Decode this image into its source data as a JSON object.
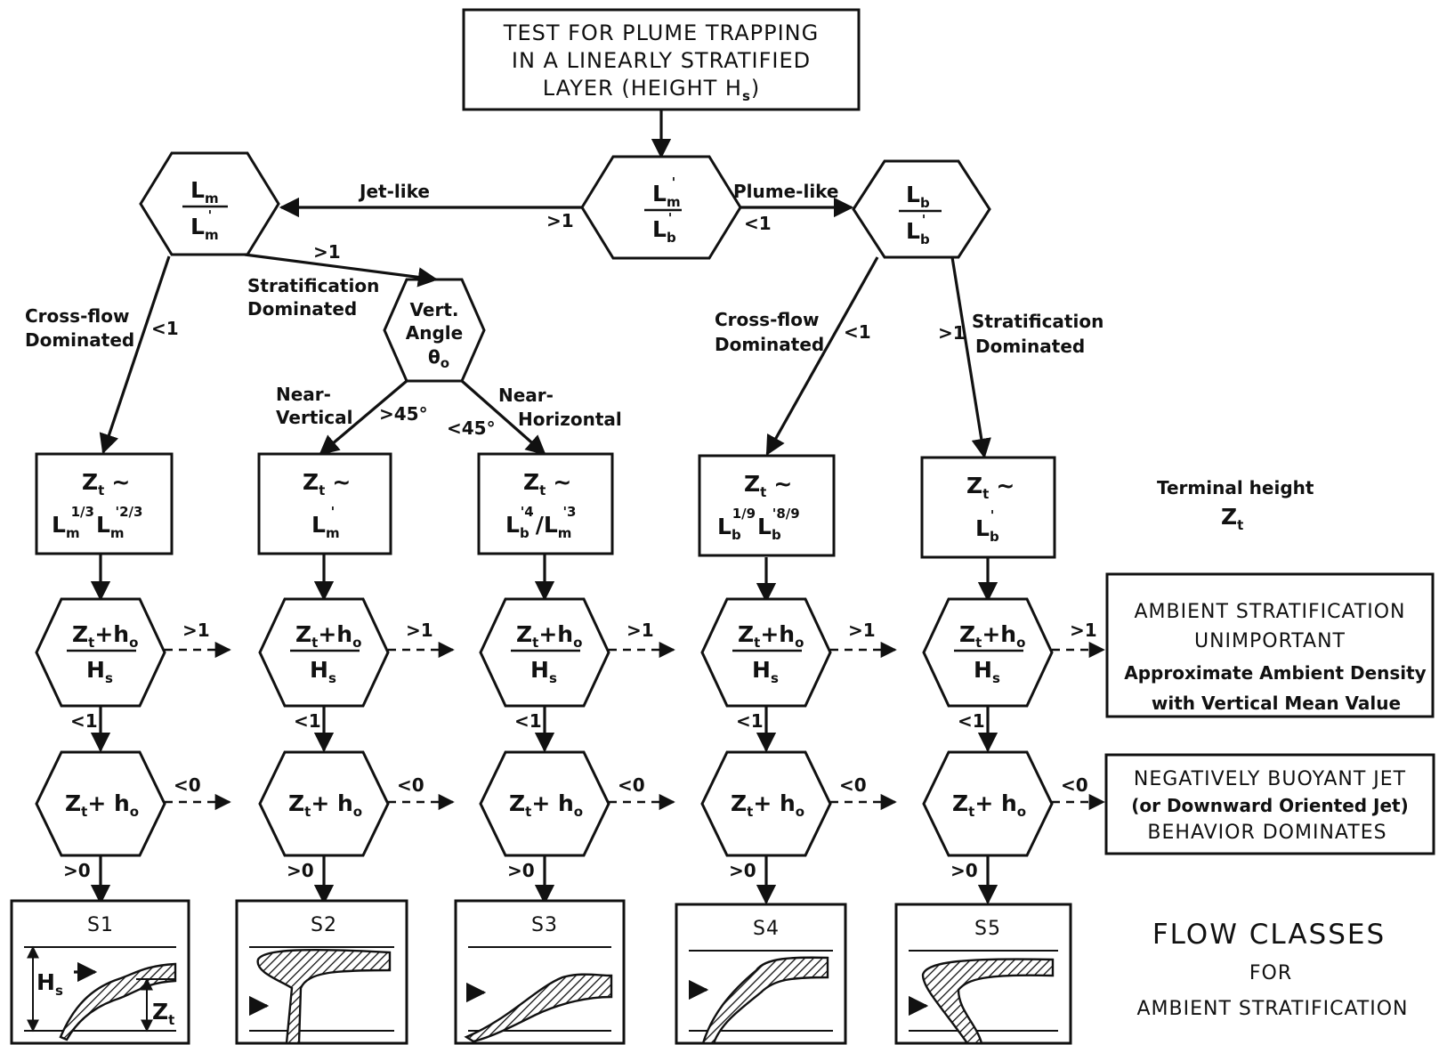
{
  "title_box": [
    "TEST FOR PLUME TRAPPING",
    "IN A LINEARLY STRATIFIED",
    "LAYER (HEIGHT H",
    "s",
    ")"
  ],
  "ratio_main": {
    "num": "L",
    "num_sub": "m",
    "num_prime": "'",
    "den": "L",
    "den_sub": "b",
    "den_prime": "'"
  },
  "ratio_left": {
    "num": "L",
    "num_sub": "m",
    "den": "L",
    "den_sub": "m",
    "den_prime": "'"
  },
  "ratio_right": {
    "num": "L",
    "num_sub": "b",
    "den": "L",
    "den_sub": "b",
    "den_prime": "'"
  },
  "vert_angle": [
    "Vert.",
    "Angle",
    "θ",
    "o"
  ],
  "edge_labels": {
    "jet_like": "Jet-like",
    "plume_like": "Plume-like",
    "gt1": ">1",
    "lt1": "<1",
    "gt45": ">45°",
    "lt45": "<45°",
    "gt0": ">0",
    "lt0": "<0",
    "crossflow_dom": [
      "Cross-flow",
      "Dominated"
    ],
    "strat_dom": [
      "Stratification",
      "Dominated"
    ],
    "near_vertical": [
      "Near-",
      "Vertical"
    ],
    "near_horizontal": [
      "Near-",
      "Horizontal"
    ]
  },
  "scaling_boxes": [
    {
      "top": "Z",
      "top_sub": "t",
      "tilde": "~",
      "f1": "L",
      "f1_sub": "m",
      "f1_sup": "1/3",
      "f2": "L",
      "f2_sub": "m",
      "f2_sup": "'2/3"
    },
    {
      "top": "Z",
      "top_sub": "t",
      "tilde": "~",
      "f1": "L",
      "f1_sub": "m",
      "f1_sup": "'"
    },
    {
      "top": "Z",
      "top_sub": "t",
      "tilde": "~",
      "f1": "L",
      "f1_sub": "b",
      "f1_sup": "'4",
      "slash": "/",
      "f2": "L",
      "f2_sub": "m",
      "f2_sup": "'3"
    },
    {
      "top": "Z",
      "top_sub": "t",
      "tilde": "~",
      "f1": "L",
      "f1_sub": "b",
      "f1_sup": "1/9",
      "f2": "L",
      "f2_sub": "b",
      "f2_sup": "'8/9"
    },
    {
      "top": "Z",
      "top_sub": "t",
      "tilde": "~",
      "f1": "L",
      "f1_sub": "b",
      "f1_sup": "'"
    }
  ],
  "hex_ratio": {
    "num_a": "Z",
    "num_a_sub": "t",
    "plus": "+h",
    "plus_sub": "o",
    "den": "H",
    "den_sub": "s"
  },
  "hex_sum": {
    "a": "Z",
    "a_sub": "t",
    "plus": "+ h",
    "plus_sub": "o"
  },
  "terminal_height": [
    "Terminal height",
    "Z",
    "t"
  ],
  "ambient_box": [
    "AMBIENT STRATIFICATION",
    "UNIMPORTANT",
    "Approximate Ambient Density",
    "with Vertical Mean Value"
  ],
  "negative_box": [
    "NEGATIVELY BUOYANT JET",
    "(or Downward Oriented Jet)",
    "BEHAVIOR DOMINATES"
  ],
  "flow_classes": [
    "S1",
    "S2",
    "S3",
    "S4",
    "S5"
  ],
  "s1_labels": {
    "hs": "H",
    "hs_sub": "s",
    "zt": "Z",
    "zt_sub": "t"
  },
  "legend": [
    "FLOW CLASSES",
    "FOR",
    "AMBIENT STRATIFICATION"
  ]
}
